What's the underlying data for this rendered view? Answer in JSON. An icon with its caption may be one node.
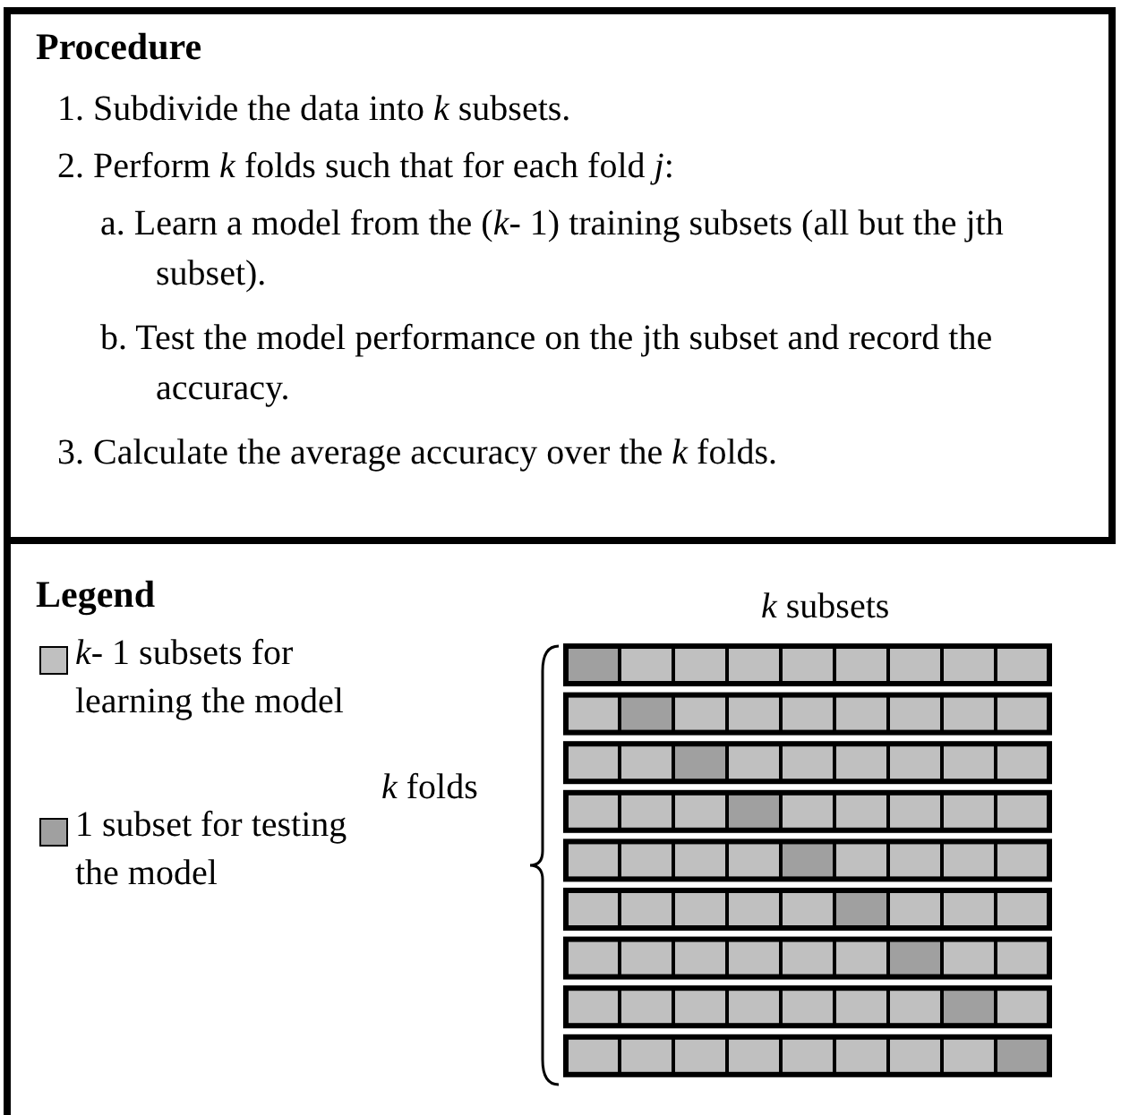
{
  "diagram": {
    "labels": [
      "Procedure",
      "1. Subdivide the data into *k* subsets.",
      "2. Perform *k* folds such that for each fold *j*:",
      "a. Learn a model from the (*k*- 1) training subsets (all but the jth subset).",
      "b. Test the model performance on the jth subset and record the accuracy.",
      "3. Calculate the average accuracy over the *k* folds.",
      "Legend",
      "*k* subsets",
      "*k* folds"
    ],
    "legend": [
      {
        "text": "*k*- 1 subsets for learning the model",
        "color": "#c0c0c0"
      },
      {
        "text": "1 subset for testing the model",
        "color": "#a0a0a0"
      }
    ]
  }
}
